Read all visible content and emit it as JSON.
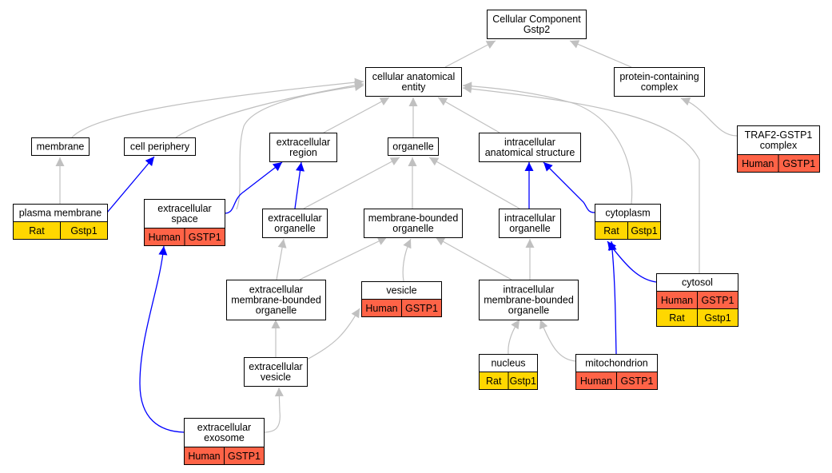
{
  "colors": {
    "human": "#ff6347",
    "rat": "#ffd700",
    "edge_is_a": "#c0c0c0",
    "edge_part_of": "#0000ff"
  },
  "nodes": {
    "root": {
      "lines": [
        "Cellular Component",
        "Gstp2"
      ]
    },
    "cae": {
      "lines": [
        "cellular anatomical",
        "entity"
      ]
    },
    "pcc": {
      "lines": [
        "protein-containing",
        "complex"
      ]
    },
    "membrane": {
      "lines": [
        "membrane"
      ]
    },
    "cellperiph": {
      "lines": [
        "cell periphery"
      ]
    },
    "extreg": {
      "lines": [
        "extracellular",
        "region"
      ]
    },
    "organelle": {
      "lines": [
        "organelle"
      ]
    },
    "intracell": {
      "lines": [
        "intracellular",
        "anatomical structure"
      ]
    },
    "traf2": {
      "lines": [
        "TRAF2-GSTP1",
        "complex"
      ],
      "species": [
        {
          "org": "Human",
          "gene": "GSTP1"
        }
      ]
    },
    "plasmamem": {
      "lines": [
        "plasma membrane"
      ],
      "species": [
        {
          "org": "Rat",
          "gene": "Gstp1"
        }
      ]
    },
    "extspace": {
      "lines": [
        "extracellular",
        "space"
      ],
      "species": [
        {
          "org": "Human",
          "gene": "GSTP1"
        }
      ]
    },
    "extorg": {
      "lines": [
        "extracellular",
        "organelle"
      ]
    },
    "mbo": {
      "lines": [
        "membrane-bounded",
        "organelle"
      ]
    },
    "intorg": {
      "lines": [
        "intracellular",
        "organelle"
      ]
    },
    "cytoplasm": {
      "lines": [
        "cytoplasm"
      ],
      "species": [
        {
          "org": "Rat",
          "gene": "Gstp1"
        }
      ]
    },
    "embo": {
      "lines": [
        "extracellular",
        "membrane-bounded",
        "organelle"
      ]
    },
    "vesicle": {
      "lines": [
        "vesicle"
      ],
      "species": [
        {
          "org": "Human",
          "gene": "GSTP1"
        }
      ]
    },
    "imbo": {
      "lines": [
        "intracellular",
        "membrane-bounded",
        "organelle"
      ]
    },
    "cytosol": {
      "lines": [
        "cytosol"
      ],
      "species": [
        {
          "org": "Human",
          "gene": "GSTP1"
        },
        {
          "org": "Rat",
          "gene": "Gstp1"
        }
      ]
    },
    "extves": {
      "lines": [
        "extracellular",
        "vesicle"
      ]
    },
    "nucleus": {
      "lines": [
        "nucleus"
      ],
      "species": [
        {
          "org": "Rat",
          "gene": "Gstp1"
        }
      ]
    },
    "mito": {
      "lines": [
        "mitochondrion"
      ],
      "species": [
        {
          "org": "Human",
          "gene": "GSTP1"
        }
      ]
    },
    "exosome": {
      "lines": [
        "extracellular",
        "exosome"
      ],
      "species": [
        {
          "org": "Human",
          "gene": "GSTP1"
        }
      ]
    }
  }
}
